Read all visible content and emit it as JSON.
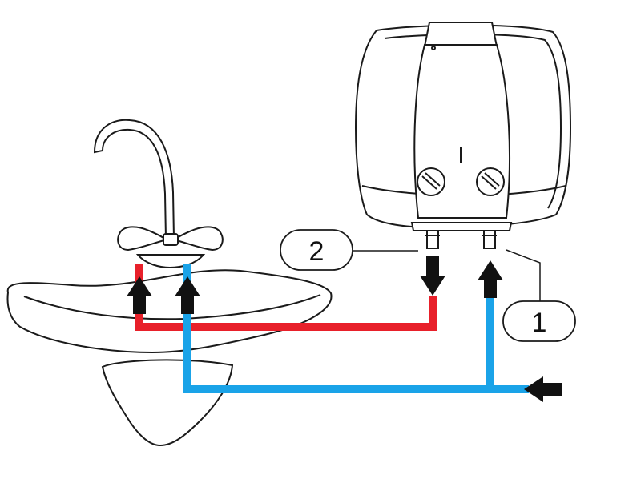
{
  "callouts": [
    {
      "id": "cold-water-inlet",
      "label": "1"
    },
    {
      "id": "hot-water-outlet",
      "label": "2"
    }
  ],
  "heater": {
    "panel_mark": "I"
  },
  "colors": {
    "hot": "#e8202a",
    "cold": "#1aa3e8",
    "outline": "#1a1a1a",
    "background": "#ffffff"
  },
  "icons": [
    "faucet-icon",
    "sink-icon",
    "water-heater-icon",
    "flow-arrow-icon"
  ]
}
